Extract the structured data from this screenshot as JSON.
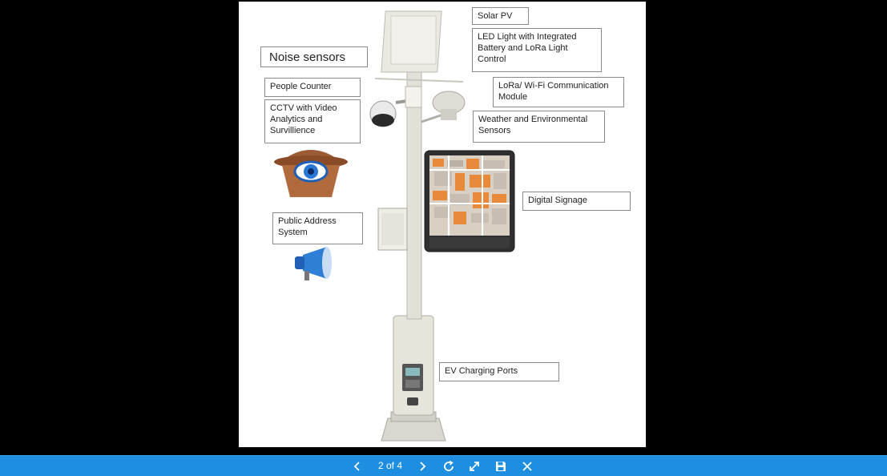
{
  "slide": {
    "labels": {
      "solar_pv": "Solar PV",
      "led_light": "LED Light with Integrated Battery and LoRa Light Control",
      "noise_sensors": "Noise sensors",
      "people_counter": "People Counter",
      "lora_wifi": "LoRa/ Wi-Fi Communication Module",
      "cctv": "CCTV with Video Analytics and Survillience",
      "weather": "Weather and Environmental Sensors",
      "digital_signage": "Digital Signage",
      "public_address": "Public Address System",
      "ev_charging": "EV Charging Ports"
    }
  },
  "toolbar": {
    "page_indicator": "2 of 4",
    "buttons": [
      "chevron-left-icon",
      "chevron-right-icon",
      "rotate-icon",
      "expand-icon",
      "save-icon",
      "close-icon"
    ],
    "colors": {
      "bar": "#1e8fe0",
      "icon": "#ffffff"
    }
  }
}
